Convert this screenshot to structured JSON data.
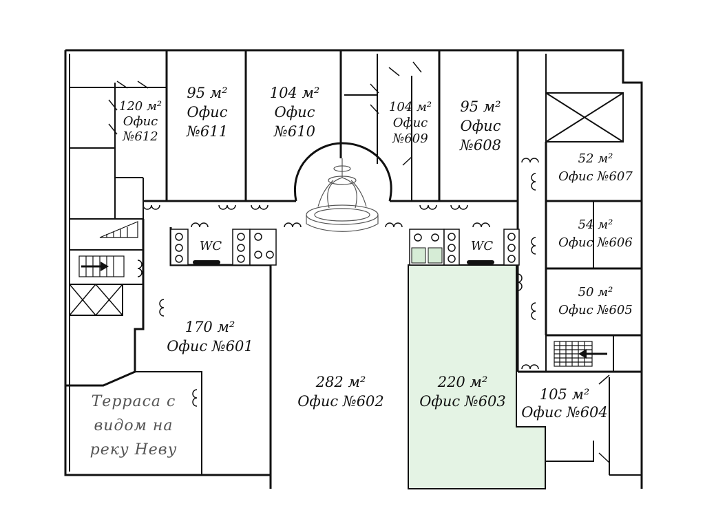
{
  "plan": {
    "highlight_color": "#e4f3e4",
    "offices": [
      {
        "id": "612",
        "area": "120 м²",
        "name": "Офис",
        "num": "№612"
      },
      {
        "id": "611",
        "area": "95 м²",
        "name": "Офис",
        "num": "№611"
      },
      {
        "id": "610",
        "area": "104 м²",
        "name": "Офис",
        "num": "№610"
      },
      {
        "id": "609",
        "area": "104 м²",
        "name": "Офис",
        "num": "№609"
      },
      {
        "id": "608",
        "area": "95 м²",
        "name": "Офис",
        "num": "№608"
      },
      {
        "id": "607",
        "area": "52 м²",
        "label": "Офис №607"
      },
      {
        "id": "606",
        "area": "54 м²",
        "label": "Офис №606"
      },
      {
        "id": "605",
        "area": "50 м²",
        "label": "Офис №605"
      },
      {
        "id": "601",
        "area": "170 м²",
        "label": "Офис №601"
      },
      {
        "id": "602",
        "area": "282 м²",
        "label": "Офис №602"
      },
      {
        "id": "603",
        "area": "220 м²",
        "label": "Офис №603",
        "highlighted": true
      },
      {
        "id": "604",
        "area": "105 м²",
        "label": "Офис №604"
      }
    ],
    "wc_labels": [
      "WC",
      "WC"
    ],
    "terrace": [
      "Терраса с",
      "видом на",
      "реку Неву"
    ]
  }
}
